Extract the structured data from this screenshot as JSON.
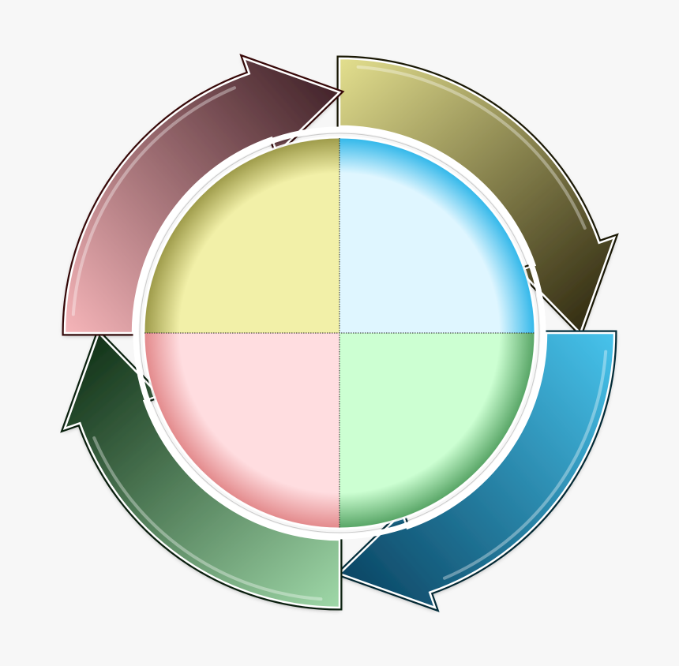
{
  "diagram": {
    "type": "cycle",
    "direction": "clockwise",
    "background_color": "#f7f7f7",
    "divider_style": "dotted",
    "quadrants": [
      {
        "position": "top-left",
        "color": "#f2f0a8",
        "edge_color": "#9e9b4a"
      },
      {
        "position": "top-right",
        "color": "#dff6ff",
        "edge_color": "#33b8ea"
      },
      {
        "position": "bottom-right",
        "color": "#ccffd2",
        "edge_color": "#58a566"
      },
      {
        "position": "bottom-left",
        "color": "#ffdde0",
        "edge_color": "#e38a8c"
      }
    ],
    "arrows": [
      {
        "from": "top-left",
        "to": "top-right",
        "light": "#e3df8e",
        "dark": "#322c12",
        "rim": "#1c1a05"
      },
      {
        "from": "top-right",
        "to": "bottom-right",
        "light": "#47c3ec",
        "dark": "#0b4664",
        "rim": "#03313f"
      },
      {
        "from": "bottom-right",
        "to": "bottom-left",
        "light": "#9fd8a8",
        "dark": "#123218",
        "rim": "#0b2410"
      },
      {
        "from": "bottom-left",
        "to": "top-left",
        "light": "#f6b5b9",
        "dark": "#43242a",
        "rim": "#3a0808"
      }
    ]
  }
}
